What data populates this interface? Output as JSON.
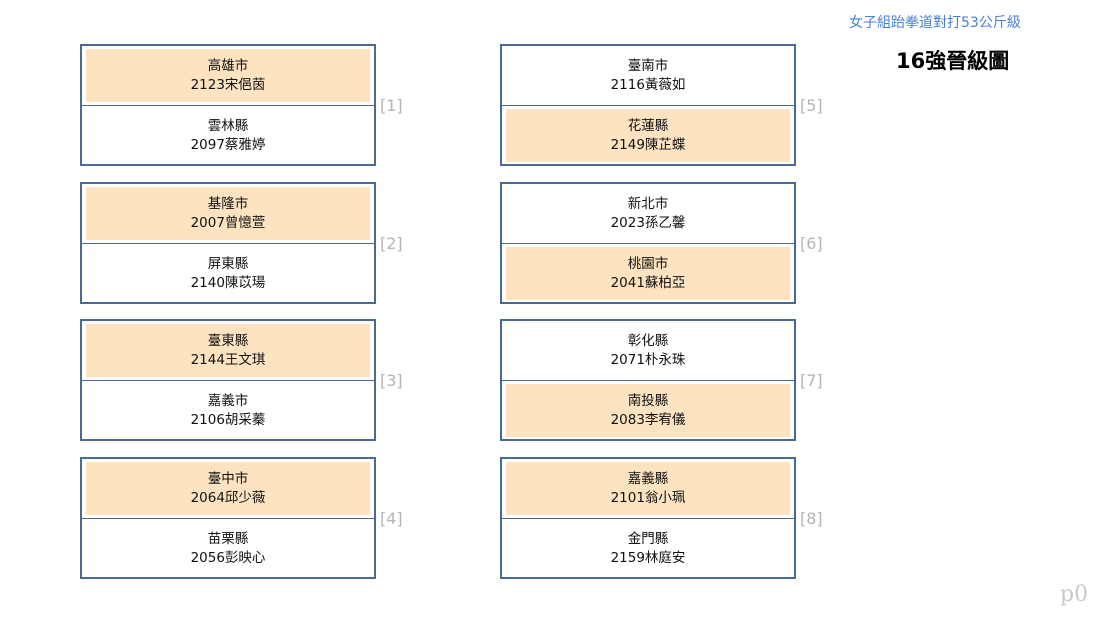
{
  "category": "女子組跆拳道對打53公斤級",
  "bracket_title": "16強晉級圖",
  "page_label": "p0",
  "colors": {
    "winner_fill": "#fde3c0",
    "border": "#4a6a93",
    "category_text": "#4a7fd4"
  },
  "matches": [
    {
      "number": "[1]",
      "top": {
        "city": "高雄市",
        "player": "2123宋俋茵",
        "winner": true
      },
      "bottom": {
        "city": "雲林縣",
        "player": "2097蔡雅婷",
        "winner": false
      }
    },
    {
      "number": "[2]",
      "top": {
        "city": "基隆市",
        "player": "2007曾憶萱",
        "winner": true
      },
      "bottom": {
        "city": "屏東縣",
        "player": "2140陳苡瑒",
        "winner": false
      }
    },
    {
      "number": "[3]",
      "top": {
        "city": "臺東縣",
        "player": "2144王文琪",
        "winner": true
      },
      "bottom": {
        "city": "嘉義市",
        "player": "2106胡采蓁",
        "winner": false
      }
    },
    {
      "number": "[4]",
      "top": {
        "city": "臺中市",
        "player": "2064邱少薇",
        "winner": true
      },
      "bottom": {
        "city": "苗栗縣",
        "player": "2056彭映心",
        "winner": false
      }
    },
    {
      "number": "[5]",
      "top": {
        "city": "臺南市",
        "player": "2116黃薇如",
        "winner": false
      },
      "bottom": {
        "city": "花蓮縣",
        "player": "2149陳芷蝶",
        "winner": true
      }
    },
    {
      "number": "[6]",
      "top": {
        "city": "新北市",
        "player": "2023孫乙馨",
        "winner": false
      },
      "bottom": {
        "city": "桃園市",
        "player": "2041蘇柏亞",
        "winner": true
      }
    },
    {
      "number": "[7]",
      "top": {
        "city": "彰化縣",
        "player": "2071朴永珠",
        "winner": false
      },
      "bottom": {
        "city": "南投縣",
        "player": "2083李宥儀",
        "winner": true
      }
    },
    {
      "number": "[8]",
      "top": {
        "city": "嘉義縣",
        "player": "2101翁小珮",
        "winner": true
      },
      "bottom": {
        "city": "金門縣",
        "player": "2159林庭安",
        "winner": false
      }
    }
  ]
}
